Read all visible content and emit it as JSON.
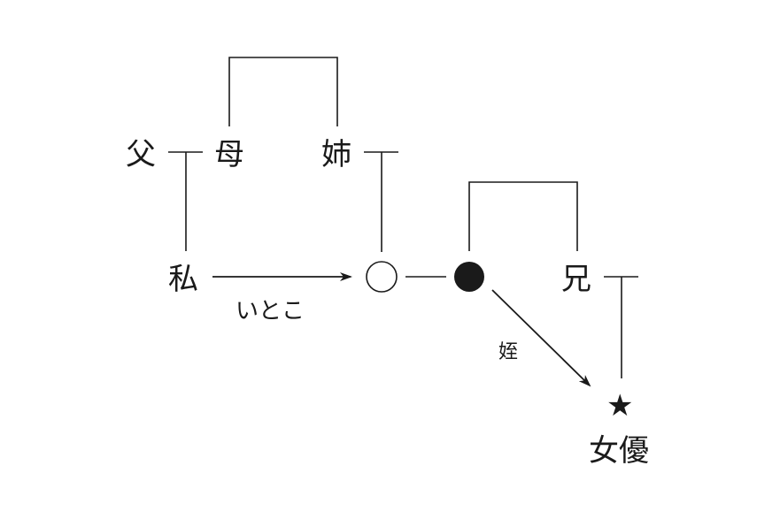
{
  "labels": {
    "father": "父",
    "mother": "母",
    "elder_sister": "姉",
    "me": "私",
    "elder_brother": "兄",
    "cousin_relation": "いとこ",
    "niece_relation": "姪",
    "actress": "女優",
    "star_symbol": "★"
  },
  "nodes": {
    "cousin_node": "open-circle",
    "niece_parent_node": "filled-circle",
    "actress_node": "star"
  },
  "colors": {
    "ink": "#1a1a1a",
    "background": "#ffffff"
  }
}
